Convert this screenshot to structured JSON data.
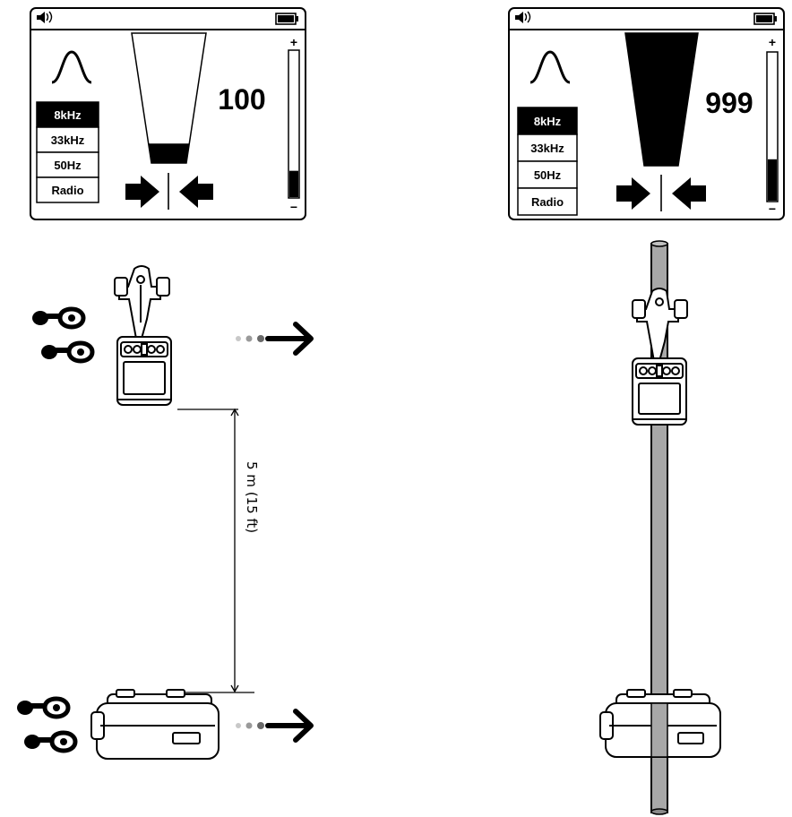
{
  "left_display": {
    "signal_value": "100",
    "frequency_options": [
      "8kHz",
      "33kHz",
      "50Hz",
      "Radio"
    ],
    "selected_frequency": "8kHz",
    "bar_fill_fraction": 0.15,
    "gain_level_fraction": 0.18,
    "gain_plus": "+",
    "gain_minus": "−"
  },
  "right_display": {
    "signal_value": "999",
    "frequency_options": [
      "8kHz",
      "33kHz",
      "50Hz",
      "Radio"
    ],
    "selected_frequency": "8kHz",
    "bar_fill_fraction": 1.0,
    "gain_level_fraction": 0.28,
    "gain_plus": "+",
    "gain_minus": "−"
  },
  "distance_label": "5 m (15 ft)",
  "colors": {
    "ink": "#000000",
    "pipe": "#a8a8a8",
    "dots": "#9a9a9a"
  },
  "icons": [
    "speaker-icon",
    "battery-icon",
    "peak-response-icon",
    "centering-arrows-icon",
    "footprint-icon",
    "direction-arrow-icon"
  ]
}
